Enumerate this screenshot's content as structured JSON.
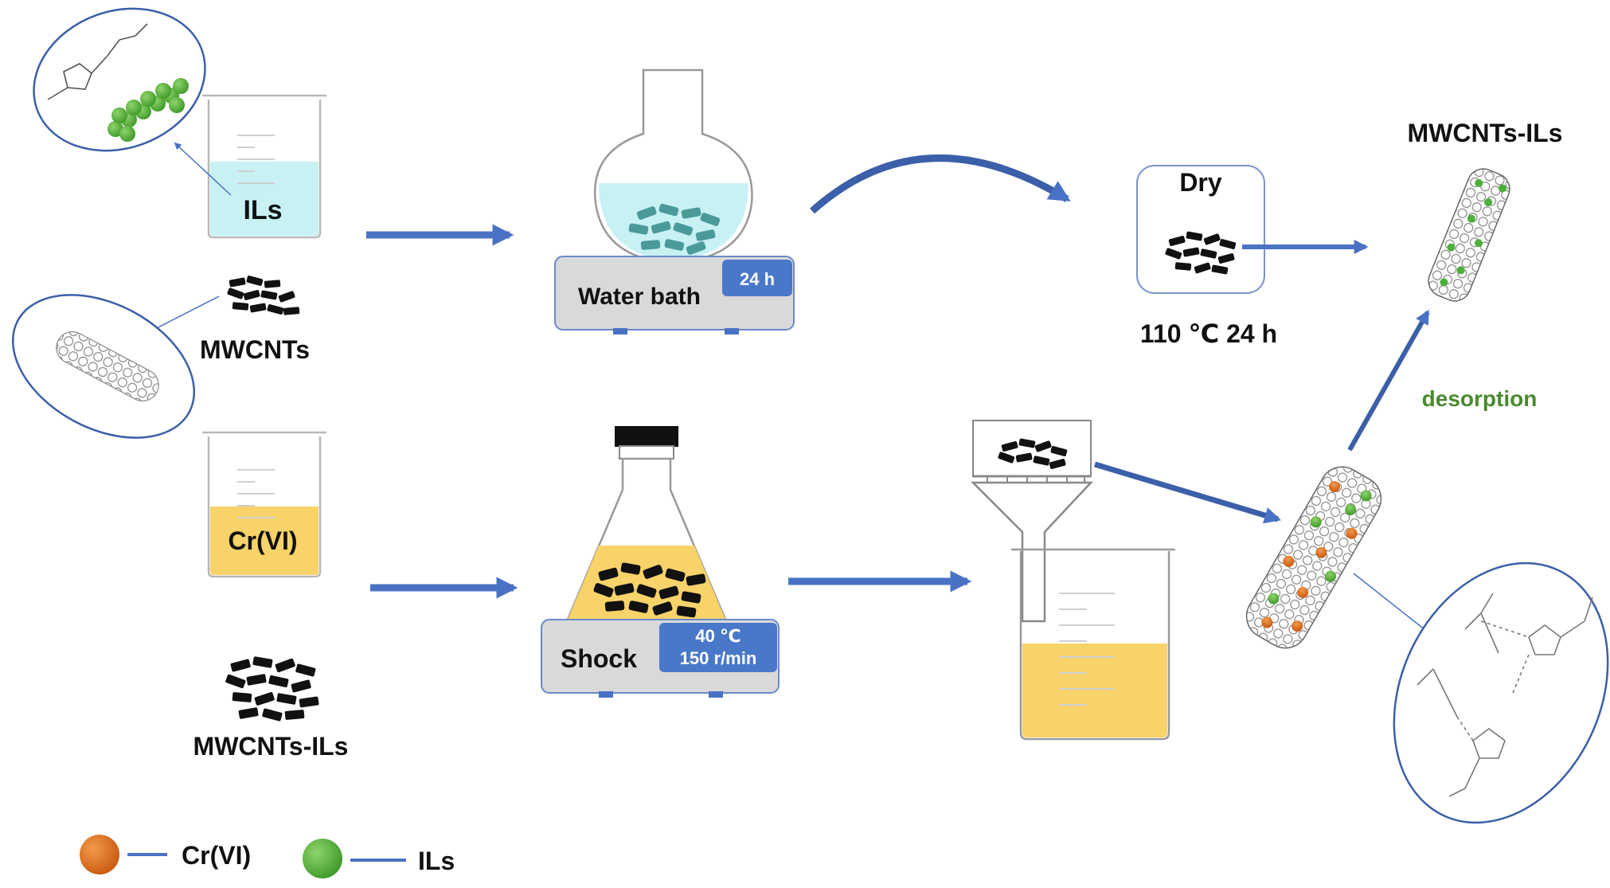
{
  "labels": {
    "ils_beaker": "ILs",
    "mwcnts": "MWCNTs",
    "crvi_beaker": "Cr(VI)",
    "mwcnts_ils_bottom": "MWCNTs-ILs",
    "water_bath": "Water bath",
    "water_bath_time": "24 h",
    "shock": "Shock",
    "shock_temp": "40 ℃",
    "shock_speed": "150 r/min",
    "dry": "Dry",
    "dry_conditions": "110 ℃ 24 h",
    "mwcnts_ils_top": "MWCNTs-ILs",
    "desorption": "desorption"
  },
  "legend": [
    {
      "label": "Cr(VI)",
      "color": "#d2691e"
    },
    {
      "label": "ILs",
      "color": "#4caf3a"
    }
  ],
  "colors": {
    "arrow_blue": "#4a72c4",
    "ellipse_blue": "#3b5fa8",
    "liquid_cyan": "#c8f1f4",
    "liquid_yellow": "#f8d36a",
    "label_blue": "#4a78c9",
    "desorption_green": "#4a8a2f",
    "plate_gray": "#d9d9d9"
  }
}
